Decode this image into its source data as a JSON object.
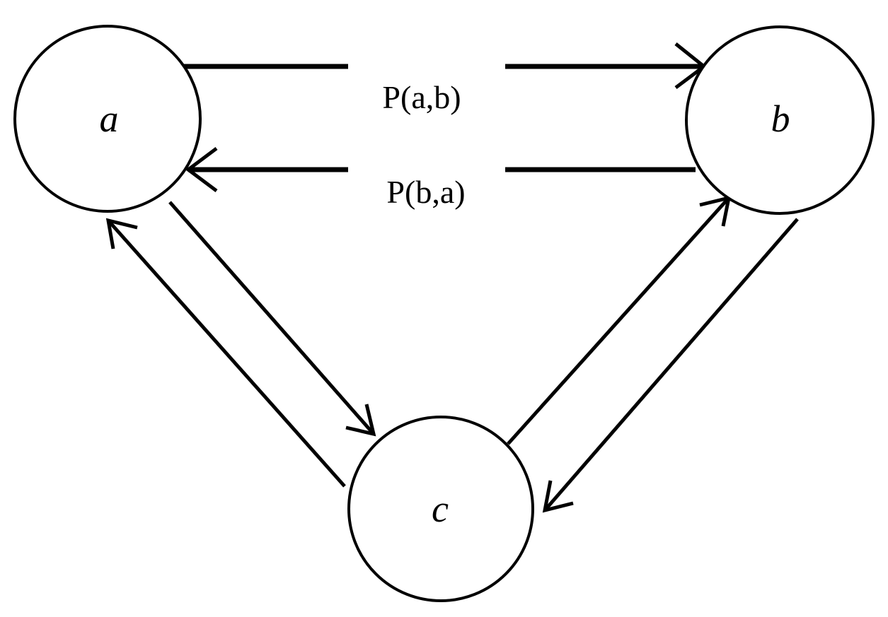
{
  "nodes": {
    "a": {
      "label": "a"
    },
    "b": {
      "label": "b"
    },
    "c": {
      "label": "c"
    }
  },
  "edges": {
    "ab": {
      "label": "P(a,b)"
    },
    "ba": {
      "label": "P(b,a)"
    }
  },
  "colors": {
    "stroke": "#000000",
    "background": "#ffffff"
  }
}
